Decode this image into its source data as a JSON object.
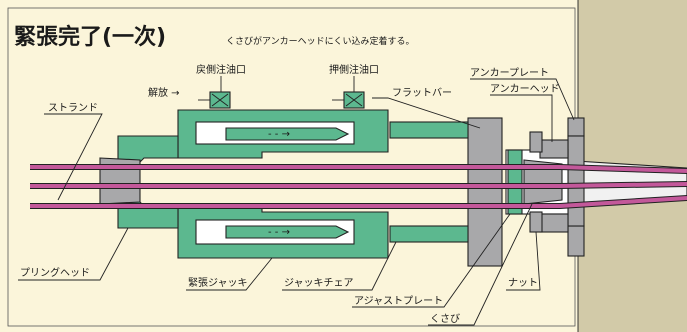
{
  "title": "緊張完了(一次)",
  "subtitle": "くさびがアンカーヘッドにくい込み定着する。",
  "labels": {
    "return_port": "戻側注油口",
    "push_port": "押側注油口",
    "release": "解放 →",
    "strand": "ストランド",
    "flat_bar": "フラットバー",
    "anchor_plate": "アンカープレート",
    "anchor_head": "アンカーヘッド",
    "gripping_head": "プリングヘッド",
    "tension_jack": "緊張ジャッキ",
    "jack_chair": "ジャッキチェア",
    "adjust_plate": "アジャストプレート",
    "nut": "ナット",
    "wedge": "くさび"
  },
  "colors": {
    "background": "#FBF5DA",
    "concrete": "#D2CAA8",
    "jack_green": "#5CB88F",
    "steel_gray": "#A8A8AA",
    "strand_pink": "#C3589A",
    "sheath": "#F1F1F1",
    "outline": "#222222"
  }
}
